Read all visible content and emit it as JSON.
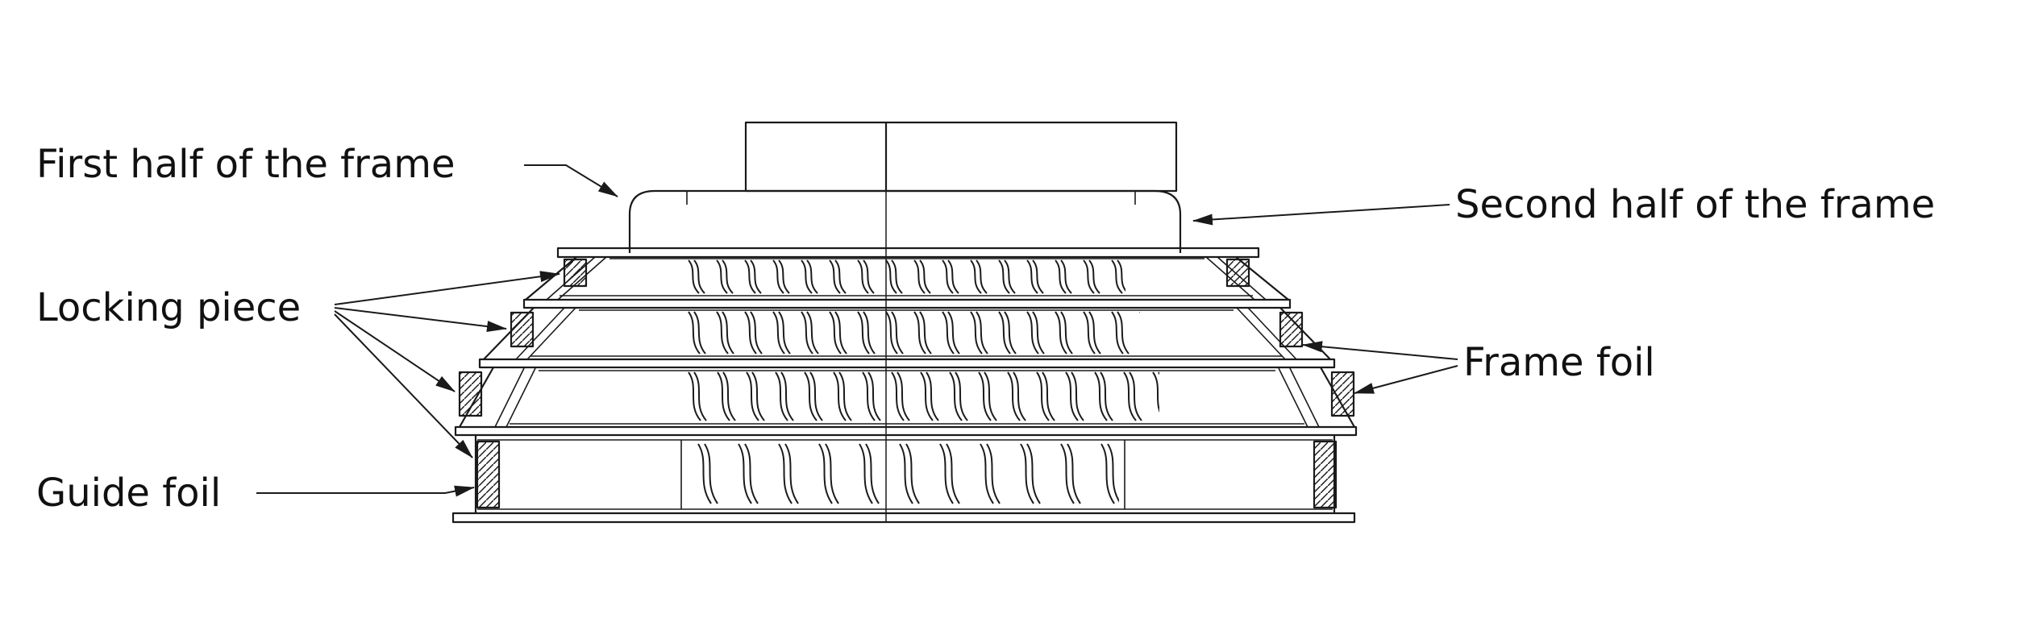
{
  "diagram": {
    "type": "engineering-cross-section",
    "background": "#ffffff",
    "line_color": "#1a1a1a",
    "labels": {
      "first_half": "First half of the frame",
      "second_half": "Second half of the frame",
      "locking_piece": "Locking piece",
      "frame_foil": "Frame foil",
      "guide_foil": "Guide foil"
    },
    "annotation_arrows": {
      "first_half": 1,
      "second_half": 1,
      "locking_piece": 4,
      "frame_foil": 2,
      "guide_foil": 1
    }
  }
}
